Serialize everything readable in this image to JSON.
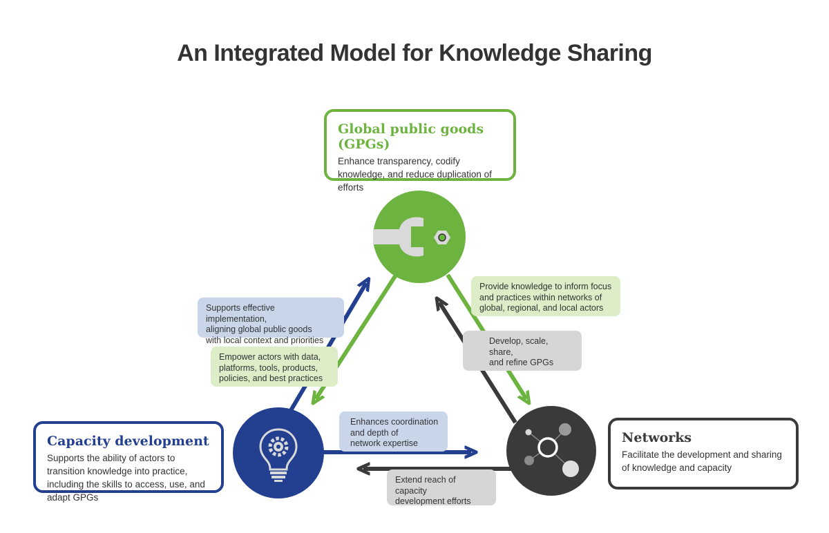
{
  "title": "An Integrated Model for Knowledge Sharing",
  "nodes": {
    "gpg": {
      "title": "Global public goods (GPGs)",
      "description": "Enhance transparency, codify knowledge, and reduce duplication of efforts",
      "icon": "wrench-icon",
      "color": "#6db33f"
    },
    "capacity": {
      "title": "Capacity development",
      "description": "Supports the ability of actors to transition knowledge into practice, including the skills to access, use, and adapt GPGs",
      "icon": "lightbulb-gear-icon",
      "color": "#233f8f"
    },
    "networks": {
      "title": "Networks",
      "description": "Facilitate the development and sharing of knowledge and capacity",
      "icon": "network-icon",
      "color": "#3a3a3a"
    }
  },
  "edges": {
    "cap_to_gpg": "Supports effective implementation,\naligning global public goods\nwith local context and priorities",
    "gpg_to_cap": "Empower actors with data,\nplatforms, tools, products,\npolicies, and best practices",
    "gpg_to_net": "Provide knowledge to inform focus\nand practices within networks of\nglobal, regional, and local actors",
    "net_to_gpg": "Develop, scale, share,\nand refine GPGs",
    "cap_to_net": "Enhances coordination\nand depth of\nnetwork expertise",
    "net_to_cap": "Extend reach of capacity\ndevelopment efforts"
  },
  "colors": {
    "green": "#6db33f",
    "blue": "#233f8f",
    "dark": "#3a3a3a",
    "green_light": "#dcedc8",
    "blue_light": "#c9d6ea",
    "gray_light": "#d6d6d6"
  }
}
